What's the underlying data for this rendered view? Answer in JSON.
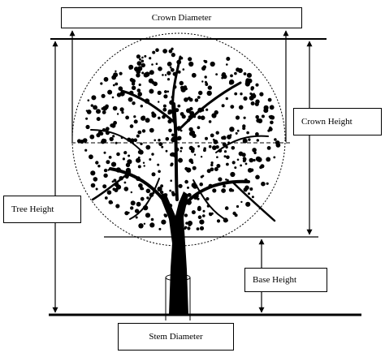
{
  "labels": {
    "crown_diameter": "Crown Diameter",
    "crown_height": "Crown Height",
    "tree_height": "Tree Height",
    "base_height": "Base Height",
    "stem_diameter": "Stem Diameter"
  },
  "colors": {
    "ink": "#000000",
    "background": "#ffffff"
  },
  "icons": [
    "tree-illustration",
    "arrow-up-icon",
    "arrow-down-icon"
  ]
}
